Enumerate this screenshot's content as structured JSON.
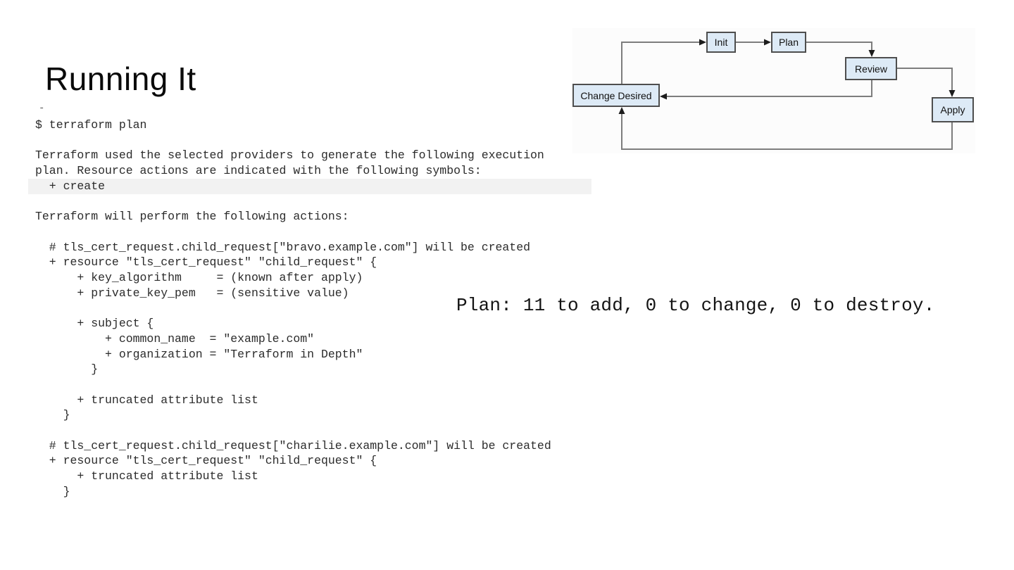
{
  "slide": {
    "title": "Running It",
    "stray_mark": "-"
  },
  "terminal": {
    "highlight_color": "#f2f2f2",
    "lines": [
      {
        "text": "$ terraform plan",
        "highlight": false
      },
      {
        "text": "",
        "highlight": false
      },
      {
        "text": "Terraform used the selected providers to generate the following execution",
        "highlight": false
      },
      {
        "text": "plan. Resource actions are indicated with the following symbols:",
        "highlight": false
      },
      {
        "text": "  + create",
        "highlight": true
      },
      {
        "text": "",
        "highlight": false
      },
      {
        "text": "Terraform will perform the following actions:",
        "highlight": false
      },
      {
        "text": "",
        "highlight": false
      },
      {
        "text": "  # tls_cert_request.child_request[\"bravo.example.com\"] will be created",
        "highlight": false
      },
      {
        "text": "  + resource \"tls_cert_request\" \"child_request\" {",
        "highlight": false
      },
      {
        "text": "      + key_algorithm     = (known after apply)",
        "highlight": false
      },
      {
        "text": "      + private_key_pem   = (sensitive value)",
        "highlight": false
      },
      {
        "text": "",
        "highlight": false
      },
      {
        "text": "      + subject {",
        "highlight": false
      },
      {
        "text": "          + common_name  = \"example.com\"",
        "highlight": false
      },
      {
        "text": "          + organization = \"Terraform in Depth\"",
        "highlight": false
      },
      {
        "text": "        }",
        "highlight": false
      },
      {
        "text": "",
        "highlight": false
      },
      {
        "text": "      + truncated attribute list",
        "highlight": false
      },
      {
        "text": "    }",
        "highlight": false
      },
      {
        "text": "",
        "highlight": false
      },
      {
        "text": "  # tls_cert_request.child_request[\"charilie.example.com\"] will be created",
        "highlight": false
      },
      {
        "text": "  + resource \"tls_cert_request\" \"child_request\" {",
        "highlight": false
      },
      {
        "text": "      + truncated attribute list",
        "highlight": false
      },
      {
        "text": "    }",
        "highlight": false
      }
    ]
  },
  "plan_summary": {
    "text": "Plan: 11 to add, 0 to change, 0 to destroy."
  },
  "diagram": {
    "nodes": {
      "init": {
        "label": "Init"
      },
      "plan": {
        "label": "Plan"
      },
      "review": {
        "label": "Review"
      },
      "apply": {
        "label": "Apply"
      },
      "change_desired": {
        "label": "Change Desired"
      }
    },
    "edges": [
      [
        "change_desired",
        "init"
      ],
      [
        "init",
        "plan"
      ],
      [
        "plan",
        "review"
      ],
      [
        "review",
        "apply"
      ],
      [
        "review",
        "change_desired"
      ],
      [
        "apply",
        "change_desired"
      ]
    ],
    "colors": {
      "node_fill": "#ddeaf6",
      "node_border": "#4e4e4e",
      "arrow_line": "#7d7d7d",
      "arrow_head": "#1c1c1c"
    }
  }
}
